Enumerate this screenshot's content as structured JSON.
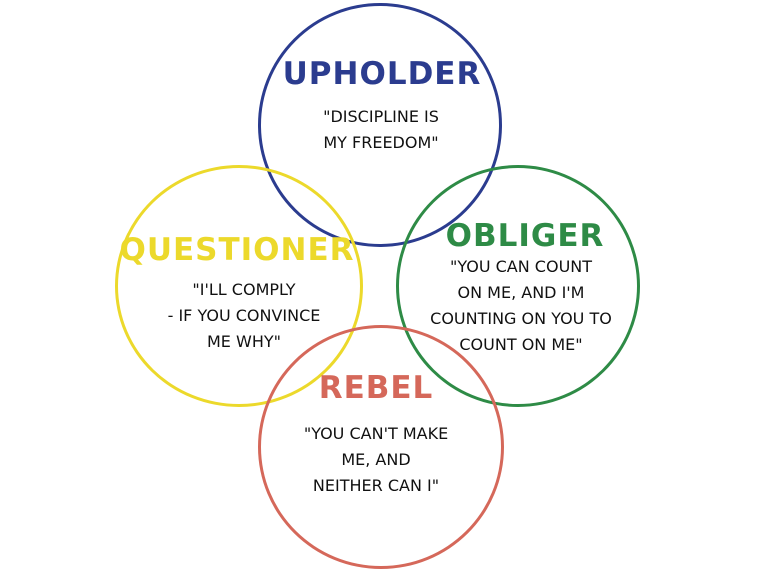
{
  "colors": {
    "upholder": "#2b3c8f",
    "questioner": "#ecd92b",
    "obliger": "#2e8b46",
    "rebel": "#d5685a"
  },
  "upholder": {
    "title": "UPHOLDER",
    "quote": [
      "\"DISCIPLINE IS",
      "MY FREEDOM\""
    ]
  },
  "questioner": {
    "title": "QUESTIONER",
    "quote": [
      "\"I'LL COMPLY",
      "- IF YOU CONVINCE",
      "ME WHY\""
    ]
  },
  "obliger": {
    "title": "OBLIGER",
    "quote": [
      "\"YOU CAN COUNT",
      "ON ME, AND I'M",
      "COUNTING ON YOU TO",
      "COUNT ON ME\""
    ]
  },
  "rebel": {
    "title": "REBEL",
    "quote": [
      "\"YOU CAN'T MAKE",
      "ME, AND",
      "NEITHER CAN I\""
    ]
  }
}
